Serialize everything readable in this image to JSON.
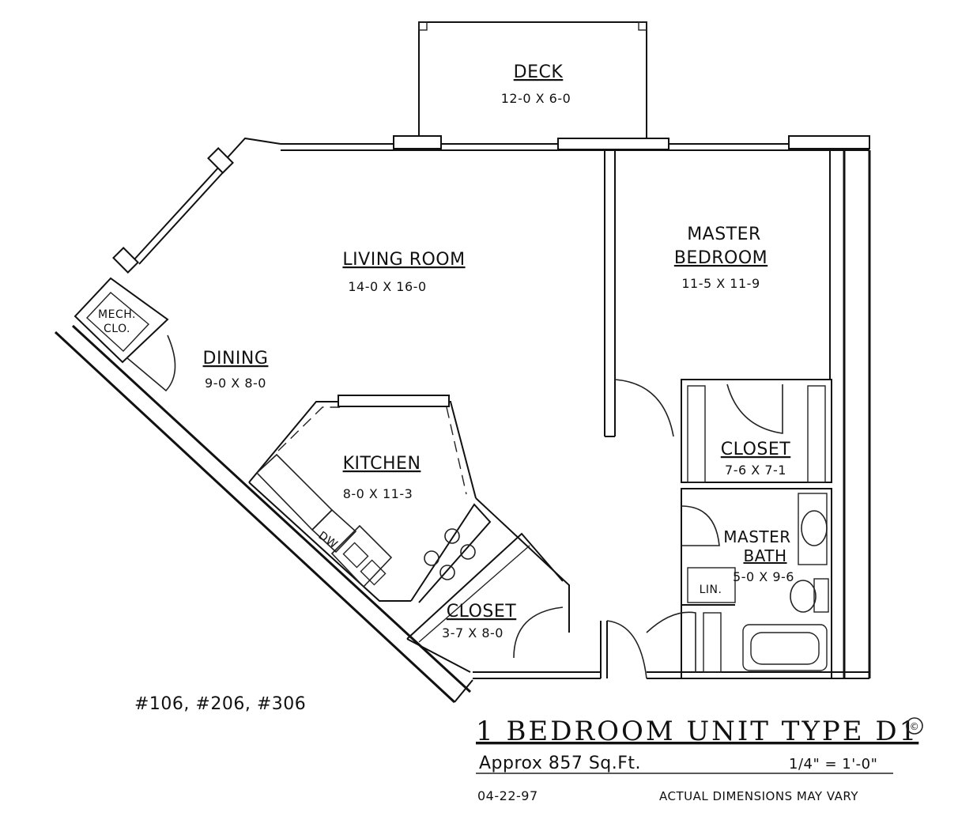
{
  "rooms": {
    "deck": {
      "name": "DECK",
      "dims": "12-0 X 6-0"
    },
    "living": {
      "name": "LIVING ROOM",
      "dims": "14-0 X 16-0"
    },
    "master_bedroom": {
      "name_line1": "MASTER",
      "name_line2": "BEDROOM",
      "dims": "11-5 X 11-9"
    },
    "dining": {
      "name": "DINING",
      "dims": "9-0 X 8-0"
    },
    "mech_closet": {
      "line1": "MECH.",
      "line2": "CLO."
    },
    "kitchen": {
      "name": "KITCHEN",
      "dims": "8-0 X 11-3"
    },
    "bedroom_closet": {
      "name": "CLOSET",
      "dims": "7-6 X 7-1"
    },
    "master_bath": {
      "name_line1": "MASTER",
      "name_line2": "BATH",
      "dims": "5-0 X 9-6"
    },
    "linen": {
      "name": "LIN."
    },
    "hall_closet": {
      "name": "CLOSET",
      "dims": "3-7 X 8-0"
    },
    "dw": {
      "name": "DW"
    }
  },
  "footer": {
    "unit_numbers": "#106, #206, #306",
    "title": "1 BEDROOM UNIT TYPE D1",
    "copyright": "©",
    "area": "Approx  857 Sq.Ft.",
    "scale": "1/4\" = 1'-0\"",
    "date": "04-22-97",
    "disclaimer": "ACTUAL DIMENSIONS MAY VARY"
  }
}
